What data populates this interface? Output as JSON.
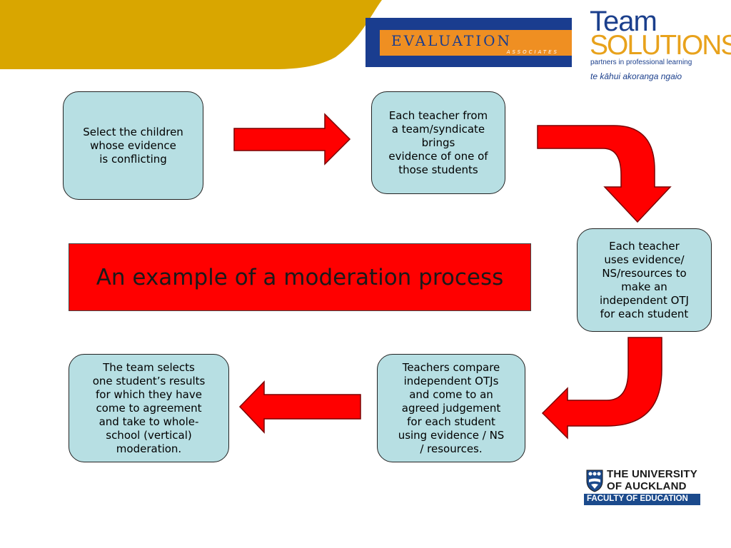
{
  "logos": {
    "evaluation": {
      "word": "EVALUATION",
      "sub": "ASSOCIATES"
    },
    "team_solutions": {
      "team": "Team",
      "solutions": "SOLUTIONS",
      "tagline": "partners in professional learning",
      "maori": "te kāhui akoranga ngaio"
    },
    "university": {
      "line1": "THE UNIVERSITY",
      "line2": "OF AUCKLAND",
      "faculty": "FACULTY OF EDUCATION"
    }
  },
  "title": "An example of a moderation process",
  "steps": [
    {
      "text": "Select the children\nwhose evidence\nis conflicting"
    },
    {
      "text": "Each teacher from\na team/syndicate\nbrings\nevidence of one of\nthose students"
    },
    {
      "text": "Each teacher\nuses evidence/\nNS/resources to\nmake an\nindependent OTJ\nfor each student"
    },
    {
      "text": "Teachers compare\nindependent OTJs\nand come to an\nagreed judgement\nfor each student\nusing evidence / NS\n/ resources."
    },
    {
      "text": "The team selects\none student’s results\nfor which they have\ncome to agreement\nand take to whole-\nschool (vertical)\nmoderation."
    }
  ],
  "colors": {
    "corner": "#d9a600",
    "box_fill": "#b7dfe3",
    "arrow": "#ff0000",
    "title_fill": "#ff0000"
  }
}
